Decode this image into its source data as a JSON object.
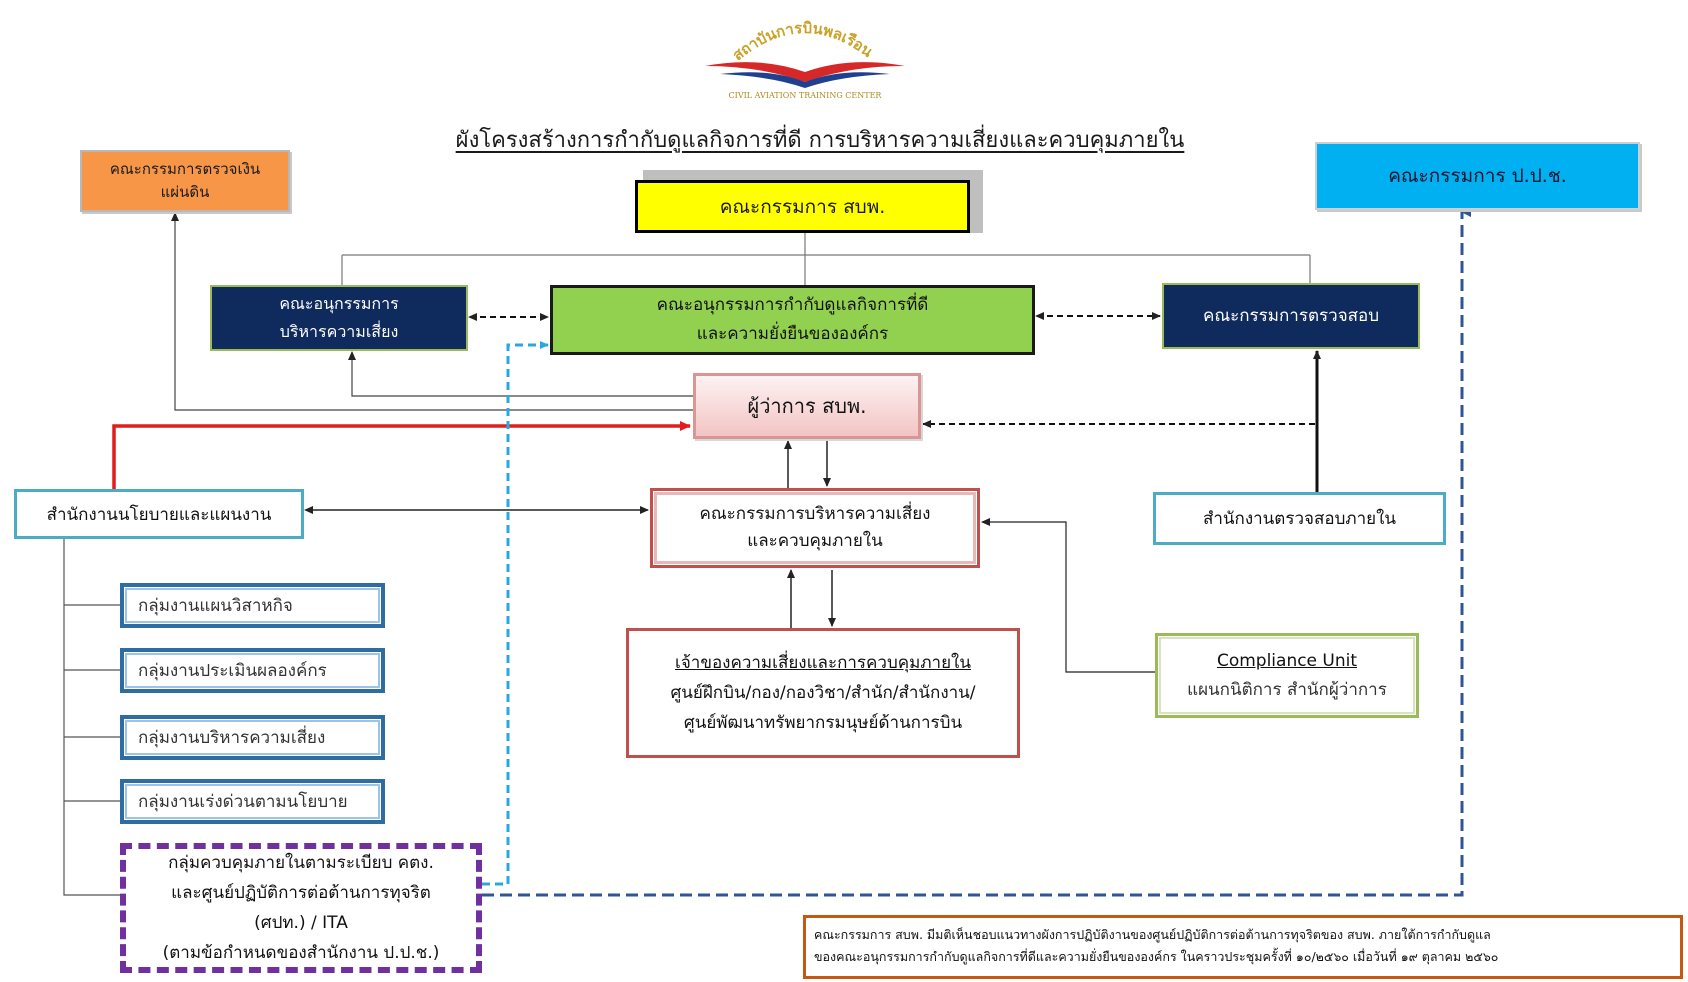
{
  "logo": {
    "arc_text": "สถาบันการบินพลเรือน",
    "caption": "CIVIL AVIATION TRAINING CENTER",
    "colors": {
      "text": "#c9a227",
      "red": "#d62828",
      "blue": "#1f3f8f"
    }
  },
  "title": "ผังโครงสร้างการกำกับดูแลกิจการที่ดี การบริหารความเสี่ยงและควบคุมภายใน",
  "boxes": {
    "state_audit": [
      "คณะกรรมการตรวจเงิน",
      "แผ่นดิน"
    ],
    "nacc": "คณะกรรมการ ป.ป.ช.",
    "board": "คณะกรรมการ สบพ.",
    "risk_subcommittee": [
      "คณะอนุกรรมการ",
      "บริหารความเสี่ยง"
    ],
    "governance_subcommittee": [
      "คณะอนุกรรมการกำกับดูแลกิจการที่ดี",
      "และความยั่งยืนขององค์กร"
    ],
    "audit_committee": "คณะกรรมการตรวจสอบ",
    "governor": "ผู้ว่าการ สบพ.",
    "risk_control_committee": [
      "คณะกรรมการบริหารความเสี่ยง",
      "และควบคุมภายใน"
    ],
    "policy_office": "สำนักงานนโยบายและแผนงาน",
    "internal_audit_office": "สำนักงานตรวจสอบภายใน",
    "risk_owner": {
      "heading": "เจ้าของความเสี่ยงและการควบคุมภายใน",
      "lines": [
        "ศูนย์ฝึกบิน/กอง/กองวิชา/สำนัก/สำนักงาน/",
        "ศูนย์พัฒนาทรัพยากรมนุษย์ด้านการบิน"
      ]
    },
    "compliance_unit": {
      "heading": "Compliance Unit",
      "line": "แผนกนิติการ สำนักผู้ว่าการ"
    },
    "groups": [
      "กลุ่มงานแผนวิสาหกิจ",
      "กลุ่มงานประเมินผลองค์กร",
      "กลุ่มงานบริหารความเสี่ยง",
      "กลุ่มงานเร่งด่วนตามนโยบาย"
    ],
    "control_group": [
      "กลุ่มควบคุมภายในตามระเบียบ คตง.",
      "และศูนย์ปฏิบัติการต่อต้านการทุจริต",
      "(ศปท.) / ITA",
      "(ตามข้อกำหนดของสำนักงาน ป.ป.ช.)"
    ]
  },
  "note": [
    "คณะกรรมการ สบพ. มีมติเห็นชอบแนวทางผังการปฏิบัติงานของศูนย์ปฏิบัติการต่อต้านการทุจริตของ สบพ. ภายใต้การกำกับดูแล",
    "ของคณะอนุกรรมการกำกับดูแลกิจการที่ดีและความยั่งยืนขององค์กร ในคราวประชุมครั้งที่ ๑๐/๒๕๖๐ เมื่อวันที่ ๑๙ ตุลาคม ๒๕๖๐"
  ],
  "edge_colors": {
    "thin": "#333333",
    "red": "#e11d1d",
    "cyan": "#29a8e0",
    "navy": "#2f5597"
  }
}
